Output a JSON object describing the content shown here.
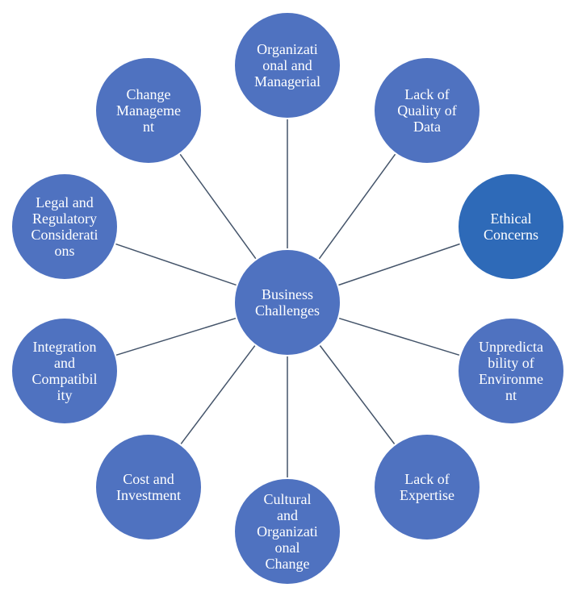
{
  "diagram": {
    "center": {
      "label": "Business\nChallenges"
    },
    "nodes": [
      {
        "id": "organizational-managerial",
        "label": "Organizati\nonal and\nManagerial"
      },
      {
        "id": "lack-of-quality-of-data",
        "label": "Lack of\nQuality of\nData"
      },
      {
        "id": "ethical-concerns",
        "label": "Ethical\nConcerns",
        "highlight": true
      },
      {
        "id": "unpredictability-of-environment",
        "label": "Unpredicta\nbility of\nEnvironme\nnt"
      },
      {
        "id": "lack-of-expertise",
        "label": "Lack of\nExpertise"
      },
      {
        "id": "cultural-organizational-change",
        "label": "Cultural\nand\nOrganizati\nonal\nChange"
      },
      {
        "id": "cost-and-investment",
        "label": "Cost and\nInvestment"
      },
      {
        "id": "integration-compatibility",
        "label": "Integration\nand\nCompatibil\nity"
      },
      {
        "id": "legal-regulatory",
        "label": "Legal and\nRegulatory\nConsiderati\nons"
      },
      {
        "id": "change-management",
        "label": "Change\nManageme\nnt"
      }
    ],
    "colors": {
      "node_fill": "#4F72C0",
      "highlight_fill": "#2E6AB8",
      "connector": "#44546A",
      "text": "#ffffff"
    }
  }
}
